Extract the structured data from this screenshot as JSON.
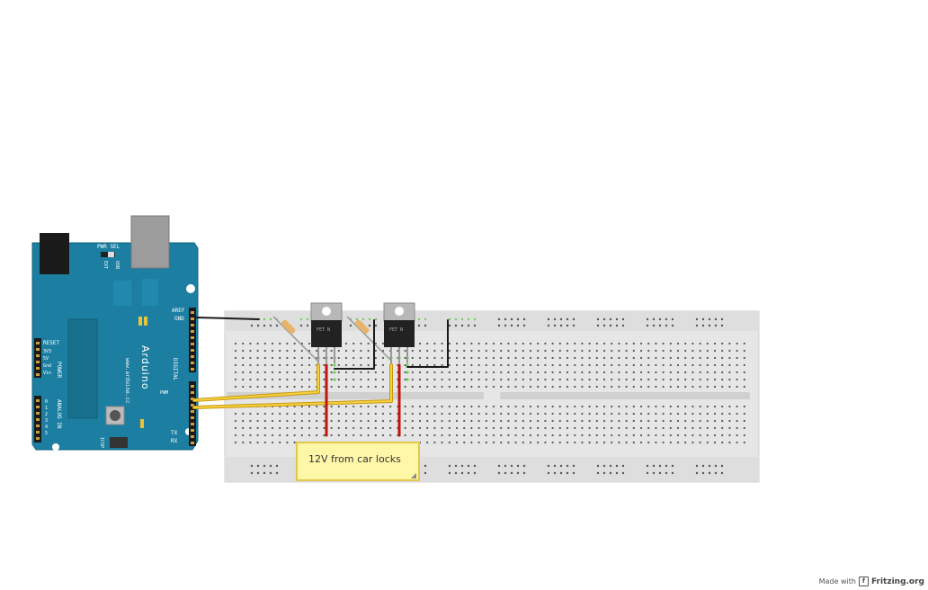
{
  "arduino": {
    "name": "Arduino",
    "website": "www.arduino.cc",
    "pwr_sel": "PWR SEL",
    "usb": "USB",
    "ext": "EXT",
    "aref": "AREF",
    "gnd": "GND",
    "digital": "DIGITAL",
    "power": "POWER",
    "analog_in": "ANALOG IN",
    "reset": "RESET",
    "icsp": "ICSP",
    "pwm": "PWM",
    "tx": "TX",
    "rx": "RX",
    "power_pins": [
      "3V3",
      "5V",
      "Gnd",
      "Vin"
    ],
    "analog_pins": [
      "0",
      "1",
      "2",
      "3",
      "4",
      "5"
    ]
  },
  "mosfets": [
    {
      "label": "FET N"
    },
    {
      "label": "FET N"
    }
  ],
  "note": {
    "text": "12V from car locks"
  },
  "credit": {
    "made_with": "Made with",
    "brand": "Fritzing.org"
  },
  "colors": {
    "arduino_board": "#1c7fa1",
    "breadboard": "#e6e6e6",
    "wire_gnd": "#1a1a1a",
    "wire_signal": "#f0c020",
    "wire_12v": "#c0140c",
    "note_fill": "#fff7a8"
  }
}
